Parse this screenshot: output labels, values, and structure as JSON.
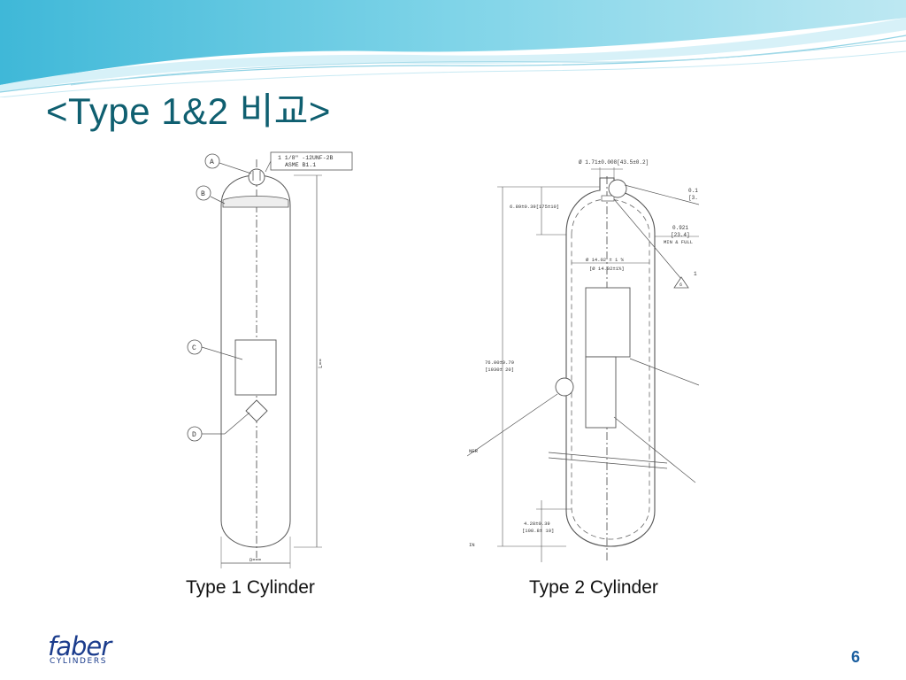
{
  "slide": {
    "title": "<Type 1&2 비교>",
    "page_number": "6"
  },
  "colors": {
    "title": "#0f5f70",
    "header_wave_top": "#5fc6e0",
    "header_wave_light": "#bfe9f4",
    "logo": "#1b3c8c",
    "page_number": "#1b5fa0"
  },
  "figures": [
    {
      "caption": "Type 1 Cylinder",
      "labels": {
        "a": "A",
        "b": "B",
        "c": "C",
        "d": "D",
        "thread_line1": "1 1/8\" -12UNF-2B",
        "thread_line2": "ASME B1.1",
        "length": "L==",
        "diameter": "D==="
      }
    },
    {
      "caption": "Type 2 Cylinder",
      "labels": {
        "top_dia": "Ø 1.71±0.008[43.5±0.2]",
        "neck": "6.89±0.39[175±10]",
        "side1": "0.921",
        "side2": "[23.4]",
        "side3": "MIN & FULL",
        "top_right": "0.1",
        "top_right2": "[3.",
        "body_dia1": "Ø 14.02 ± 1 %",
        "body_dia2": "[Ø 14.02±1%]",
        "length1": "76.00±0.79",
        "length2": "[1930± 20]",
        "bottom1": "4.28±0.39",
        "bottom2": "[108.8± 10]",
        "liner": "NER",
        "in": "IN",
        "note": "1",
        "triangle": "6"
      }
    }
  ],
  "logo": {
    "word": "faber",
    "sub": "CYLINDERS"
  }
}
